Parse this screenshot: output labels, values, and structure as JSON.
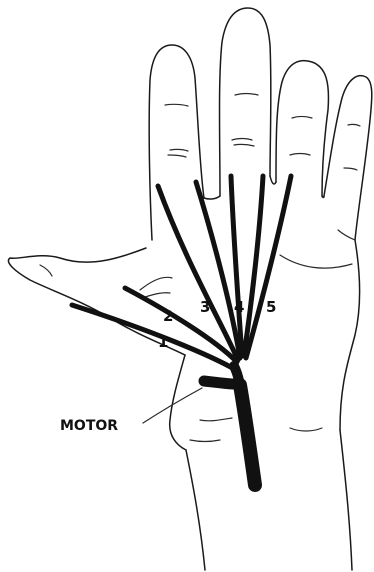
{
  "labels": {
    "branch_1": "1",
    "branch_2": "2",
    "branch_3": "3",
    "branch_4": "4",
    "branch_5": "5",
    "motor": "MOTOR"
  }
}
